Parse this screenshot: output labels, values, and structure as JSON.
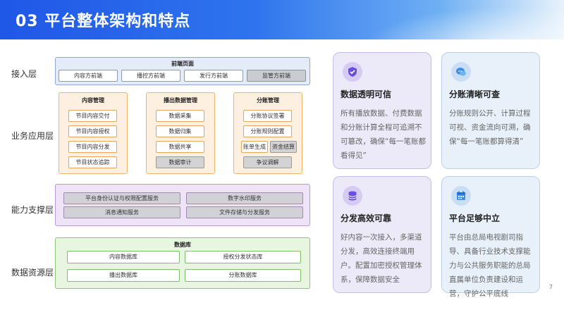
{
  "header": {
    "title": "03 平台整体架构和特点"
  },
  "layers": {
    "access": {
      "label": "接入层",
      "title": "前端页面",
      "items": [
        "内容方前端",
        "播控方前端",
        "发行方前端",
        "监管方前端"
      ]
    },
    "business": {
      "label": "业务应用层",
      "groups": [
        {
          "title": "内容管理",
          "items": [
            "节目内容交付",
            "节目内容授权",
            "节目内容分发",
            "节目状态追踪"
          ]
        },
        {
          "title": "播出数据管理",
          "items": [
            "数据采集",
            "数据归集",
            "数据共享",
            "数据审计"
          ]
        },
        {
          "title": "分账管理",
          "items": [
            "分账协议签署",
            "分账规则配置",
            "账单生成",
            "资金结算",
            "争议调解"
          ]
        }
      ]
    },
    "capability": {
      "label": "能力支撑层",
      "items": [
        "平台身份认证与权限配置服务",
        "数字水印服务",
        "消息通知服务",
        "文件存储与分发服务"
      ]
    },
    "data": {
      "label": "数据资源层",
      "title": "数据库",
      "items": [
        "内容数据库",
        "授权分发状态库",
        "播出数据库",
        "分账数据库"
      ]
    }
  },
  "cards": [
    {
      "icon": "shield-check-icon",
      "title": "数据透明可信",
      "desc": "所有播放数据、付费数据和分账计算全程可追溯不可篡改，确保“每一笔账都看得见”"
    },
    {
      "icon": "chat-bubbles-icon",
      "title": "分账清晰可查",
      "desc": "分账规则公开、计算过程可视、资金流向可溯，确保“每一笔账都算得清”"
    },
    {
      "icon": "database-icon",
      "title": "分发高效可靠",
      "desc": "好内容一次接入，多渠道分发，高效连接终端用户。配置加密授权管理体系，保障数据安全"
    },
    {
      "icon": "calendar-icon",
      "title": "平台足够中立",
      "desc": "平台由总局电视剧司指导、具备行业技术支撑能力与公共服务职能的总局直属单位负责建设和运营，守护公平底线"
    }
  ],
  "page_number": "7",
  "colors": {
    "banner": "#1f57e6",
    "access": "#e3ecf7",
    "business": "#fdf0e0",
    "capability": "#efe3f7",
    "data": "#e8f5e1",
    "card_purple": "#ece9f8",
    "card_blue": "#e8f1fa"
  }
}
